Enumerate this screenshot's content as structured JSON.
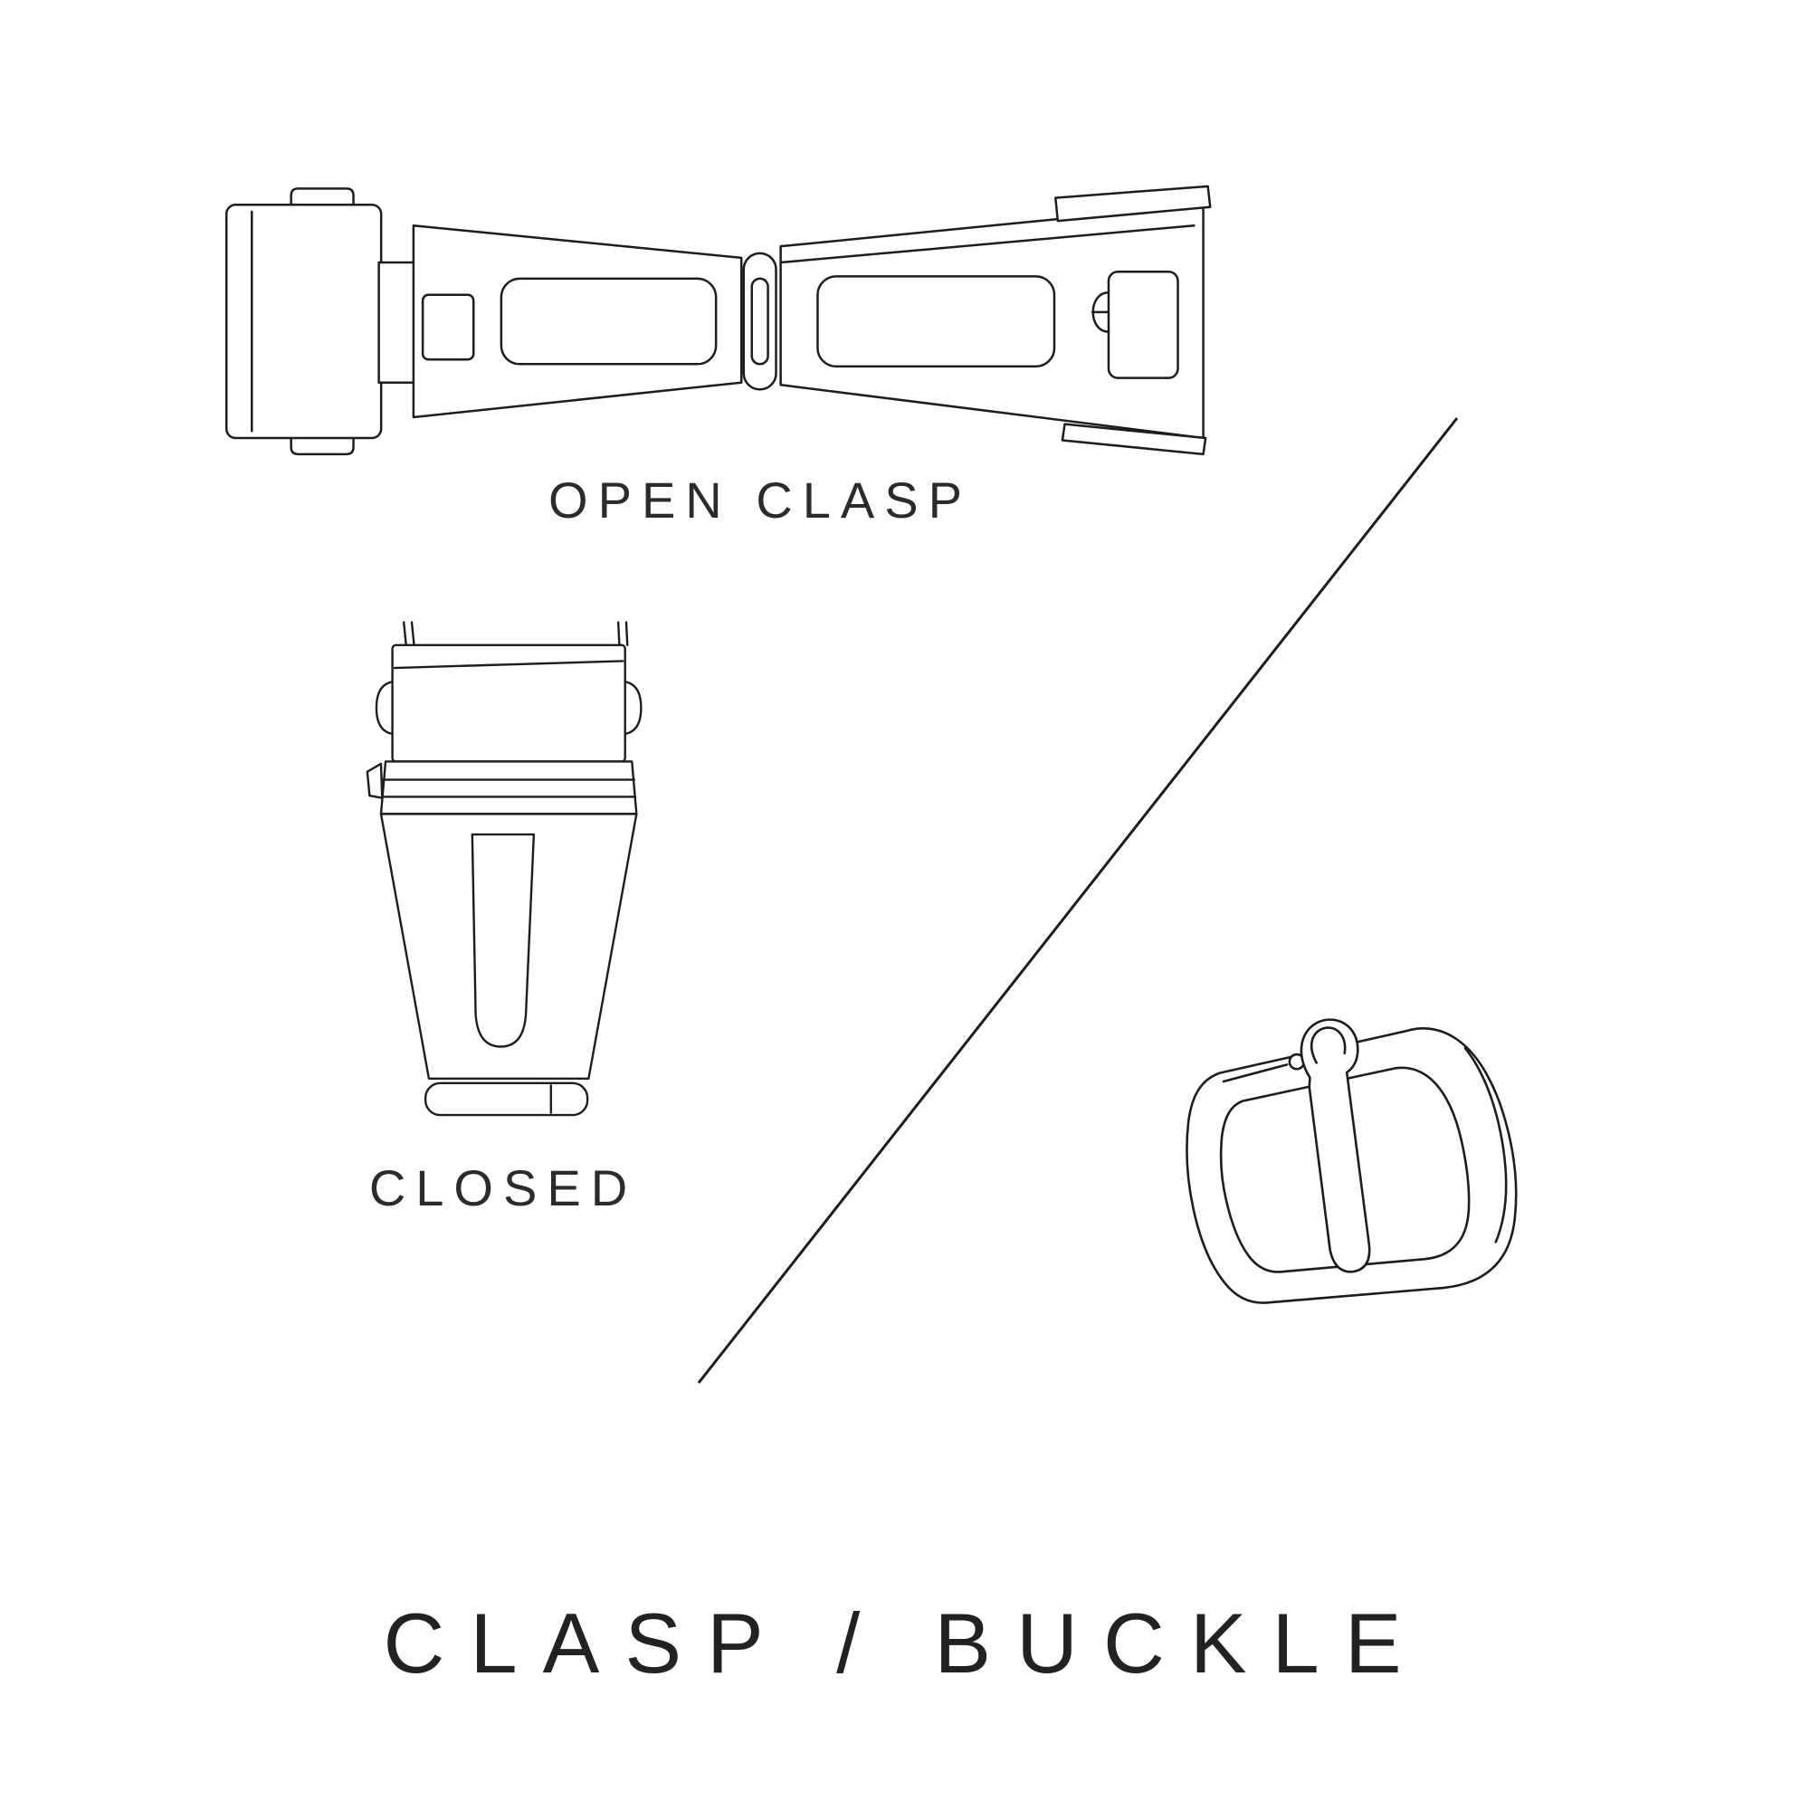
{
  "page": {
    "background": "#ffffff",
    "line_color": "#1d1d1d",
    "text_color": "#2b2b2b",
    "title": "CLASP / BUCKLE"
  },
  "figures": {
    "open_clasp": {
      "label": "OPEN CLASP",
      "icon": "open-deployant-clasp-illustration"
    },
    "closed_clasp": {
      "label": "CLOSED",
      "icon": "closed-clasp-illustration"
    },
    "buckle": {
      "icon": "tang-buckle-illustration"
    }
  },
  "divider": {
    "icon": "diagonal-divider-line"
  }
}
